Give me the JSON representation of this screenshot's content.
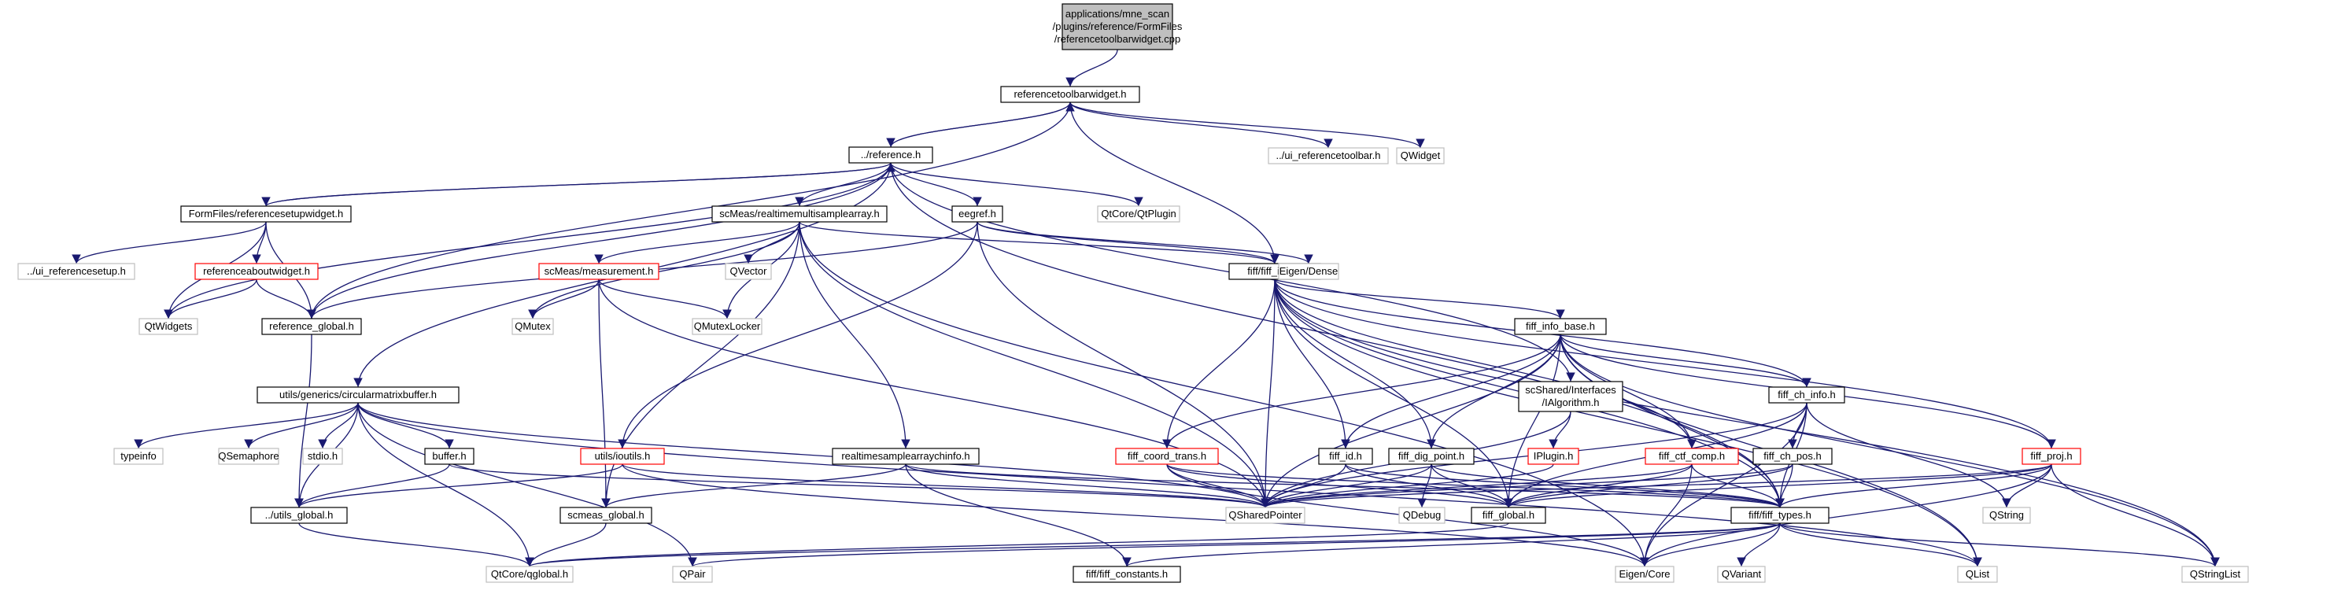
{
  "graph": {
    "nodes": [
      {
        "id": "root",
        "lines": [
          "applications/mne_scan",
          "/plugins/reference/FormFiles",
          "/referencetoolbarwidget.cpp"
        ],
        "style": "root"
      },
      {
        "id": "toolbar_h",
        "lines": [
          "referencetoolbarwidget.h"
        ],
        "style": "normal"
      },
      {
        "id": "ui_toolbar",
        "lines": [
          "../ui_referencetoolbar.h"
        ],
        "style": "missing"
      },
      {
        "id": "qwidget",
        "lines": [
          "QWidget"
        ],
        "style": "missing"
      },
      {
        "id": "reference_h",
        "lines": [
          "../reference.h"
        ],
        "style": "normal"
      },
      {
        "id": "setupwidget",
        "lines": [
          "FormFiles/referencesetupwidget.h"
        ],
        "style": "normal"
      },
      {
        "id": "rtmsa",
        "lines": [
          "scMeas/realtimemultisamplearray.h"
        ],
        "style": "normal"
      },
      {
        "id": "eegref",
        "lines": [
          "eegref.h"
        ],
        "style": "normal"
      },
      {
        "id": "qtplugin",
        "lines": [
          "QtCore/QtPlugin"
        ],
        "style": "missing"
      },
      {
        "id": "ui_setup",
        "lines": [
          "../ui_referencesetup.h"
        ],
        "style": "missing"
      },
      {
        "id": "aboutwidget",
        "lines": [
          "referenceaboutwidget.h"
        ],
        "style": "error"
      },
      {
        "id": "qtwidgets",
        "lines": [
          "QtWidgets"
        ],
        "style": "missing"
      },
      {
        "id": "ref_global",
        "lines": [
          "reference_global.h"
        ],
        "style": "normal"
      },
      {
        "id": "measurement",
        "lines": [
          "scMeas/measurement.h"
        ],
        "style": "error"
      },
      {
        "id": "qvector",
        "lines": [
          "QVector"
        ],
        "style": "missing"
      },
      {
        "id": "fiff_info",
        "lines": [
          "fiff/fiff_info.h"
        ],
        "style": "normal"
      },
      {
        "id": "eigen_dense",
        "lines": [
          "Eigen/Dense"
        ],
        "style": "missing"
      },
      {
        "id": "qmutex",
        "lines": [
          "QMutex"
        ],
        "style": "missing"
      },
      {
        "id": "qmutexlocker",
        "lines": [
          "QMutexLocker"
        ],
        "style": "missing"
      },
      {
        "id": "fiff_info_base",
        "lines": [
          "fiff_info_base.h"
        ],
        "style": "normal"
      },
      {
        "id": "circbuffer",
        "lines": [
          "utils/generics/circularmatrixbuffer.h"
        ],
        "style": "normal"
      },
      {
        "id": "ialgorithm",
        "lines": [
          "scShared/Interfaces",
          "/IAlgorithm.h"
        ],
        "style": "normal"
      },
      {
        "id": "fiff_ch_info",
        "lines": [
          "fiff_ch_info.h"
        ],
        "style": "normal"
      },
      {
        "id": "typeinfo",
        "lines": [
          "typeinfo"
        ],
        "style": "missing"
      },
      {
        "id": "qsemaphore",
        "lines": [
          "QSemaphore"
        ],
        "style": "missing"
      },
      {
        "id": "stdio",
        "lines": [
          "stdio.h"
        ],
        "style": "missing"
      },
      {
        "id": "buffer_h",
        "lines": [
          "buffer.h"
        ],
        "style": "normal"
      },
      {
        "id": "ioutils",
        "lines": [
          "utils/ioutils.h"
        ],
        "style": "error"
      },
      {
        "id": "rtsainfo",
        "lines": [
          "realtimesamplearraychinfo.h"
        ],
        "style": "normal"
      },
      {
        "id": "coord_trans",
        "lines": [
          "fiff_coord_trans.h"
        ],
        "style": "error"
      },
      {
        "id": "fiff_id",
        "lines": [
          "fiff_id.h"
        ],
        "style": "normal"
      },
      {
        "id": "dig_point",
        "lines": [
          "fiff_dig_point.h"
        ],
        "style": "normal"
      },
      {
        "id": "iplugin",
        "lines": [
          "IPlugin.h"
        ],
        "style": "error"
      },
      {
        "id": "ctf_comp",
        "lines": [
          "fiff_ctf_comp.h"
        ],
        "style": "error"
      },
      {
        "id": "ch_pos",
        "lines": [
          "fiff_ch_pos.h"
        ],
        "style": "normal"
      },
      {
        "id": "fiff_proj",
        "lines": [
          "fiff_proj.h"
        ],
        "style": "error"
      },
      {
        "id": "utils_global",
        "lines": [
          "../utils_global.h"
        ],
        "style": "normal"
      },
      {
        "id": "scmeas_global",
        "lines": [
          "scmeas_global.h"
        ],
        "style": "normal"
      },
      {
        "id": "qsharedpointer",
        "lines": [
          "QSharedPointer"
        ],
        "style": "missing"
      },
      {
        "id": "qdebug",
        "lines": [
          "QDebug"
        ],
        "style": "missing"
      },
      {
        "id": "fiff_global",
        "lines": [
          "fiff_global.h"
        ],
        "style": "normal"
      },
      {
        "id": "fiff_types",
        "lines": [
          "fiff/fiff_types.h"
        ],
        "style": "normal"
      },
      {
        "id": "qstring",
        "lines": [
          "QString"
        ],
        "style": "missing"
      },
      {
        "id": "qglobal",
        "lines": [
          "QtCore/qglobal.h"
        ],
        "style": "missing"
      },
      {
        "id": "qpair",
        "lines": [
          "QPair"
        ],
        "style": "missing"
      },
      {
        "id": "fiff_constants",
        "lines": [
          "fiff/fiff_constants.h"
        ],
        "style": "normal"
      },
      {
        "id": "eigen_core",
        "lines": [
          "Eigen/Core"
        ],
        "style": "missing"
      },
      {
        "id": "qvariant",
        "lines": [
          "QVariant"
        ],
        "style": "missing"
      },
      {
        "id": "qlist",
        "lines": [
          "QList"
        ],
        "style": "missing"
      },
      {
        "id": "qstringlist",
        "lines": [
          "QStringList"
        ],
        "style": "missing"
      }
    ],
    "edges": [
      [
        "root",
        "toolbar_h"
      ],
      [
        "toolbar_h",
        "ui_toolbar"
      ],
      [
        "toolbar_h",
        "qwidget"
      ],
      [
        "toolbar_h",
        "reference_h"
      ],
      [
        "toolbar_h",
        "fiff_info"
      ],
      [
        "toolbar_h",
        "ref_global"
      ],
      [
        "reference_h",
        "toolbar_h"
      ],
      [
        "reference_h",
        "setupwidget"
      ],
      [
        "reference_h",
        "rtmsa"
      ],
      [
        "reference_h",
        "eegref"
      ],
      [
        "reference_h",
        "qtplugin"
      ],
      [
        "reference_h",
        "ref_global"
      ],
      [
        "reference_h",
        "qtwidgets"
      ],
      [
        "reference_h",
        "circbuffer"
      ],
      [
        "reference_h",
        "ialgorithm"
      ],
      [
        "reference_h",
        "fiff_types"
      ],
      [
        "setupwidget",
        "reference_h"
      ],
      [
        "setupwidget",
        "ui_setup"
      ],
      [
        "setupwidget",
        "aboutwidget"
      ],
      [
        "setupwidget",
        "qtwidgets"
      ],
      [
        "setupwidget",
        "ref_global"
      ],
      [
        "aboutwidget",
        "qtwidgets"
      ],
      [
        "aboutwidget",
        "ref_global"
      ],
      [
        "ref_global",
        "utils_global"
      ],
      [
        "rtmsa",
        "measurement"
      ],
      [
        "rtmsa",
        "qvector"
      ],
      [
        "rtmsa",
        "qmutex"
      ],
      [
        "rtmsa",
        "qmutexlocker"
      ],
      [
        "rtmsa",
        "fiff_info"
      ],
      [
        "rtmsa",
        "scmeas_global"
      ],
      [
        "rtmsa",
        "rtsainfo"
      ],
      [
        "rtmsa",
        "qsharedpointer"
      ],
      [
        "rtmsa",
        "eigen_core"
      ],
      [
        "measurement",
        "qmutex"
      ],
      [
        "measurement",
        "qmutexlocker"
      ],
      [
        "measurement",
        "scmeas_global"
      ],
      [
        "measurement",
        "qsharedpointer"
      ],
      [
        "eegref",
        "fiff_info"
      ],
      [
        "eegref",
        "eigen_dense"
      ],
      [
        "eegref",
        "ref_global"
      ],
      [
        "eegref",
        "ioutils"
      ],
      [
        "eegref",
        "qsharedpointer"
      ],
      [
        "fiff_info",
        "fiff_info_base"
      ],
      [
        "fiff_info",
        "fiff_ch_info"
      ],
      [
        "fiff_info",
        "coord_trans"
      ],
      [
        "fiff_info",
        "fiff_id"
      ],
      [
        "fiff_info",
        "dig_point"
      ],
      [
        "fiff_info",
        "ctf_comp"
      ],
      [
        "fiff_info",
        "fiff_proj"
      ],
      [
        "fiff_info",
        "fiff_global"
      ],
      [
        "fiff_info",
        "fiff_types"
      ],
      [
        "fiff_info",
        "qsharedpointer"
      ],
      [
        "fiff_info",
        "qlist"
      ],
      [
        "fiff_info",
        "qstringlist"
      ],
      [
        "fiff_info_base",
        "fiff_ch_info"
      ],
      [
        "fiff_info_base",
        "coord_trans"
      ],
      [
        "fiff_info_base",
        "fiff_id"
      ],
      [
        "fiff_info_base",
        "dig_point"
      ],
      [
        "fiff_info_base",
        "ctf_comp"
      ],
      [
        "fiff_info_base",
        "fiff_proj"
      ],
      [
        "fiff_info_base",
        "fiff_global"
      ],
      [
        "fiff_info_base",
        "fiff_types"
      ],
      [
        "fiff_info_base",
        "qsharedpointer"
      ],
      [
        "fiff_info_base",
        "qlist"
      ],
      [
        "fiff_info_base",
        "qstringlist"
      ],
      [
        "fiff_ch_info",
        "ch_pos"
      ],
      [
        "fiff_ch_info",
        "fiff_global"
      ],
      [
        "fiff_ch_info",
        "fiff_types"
      ],
      [
        "fiff_ch_info",
        "qsharedpointer"
      ],
      [
        "fiff_ch_info",
        "qstring"
      ],
      [
        "fiff_ch_info",
        "eigen_core"
      ],
      [
        "circbuffer",
        "typeinfo"
      ],
      [
        "circbuffer",
        "qsemaphore"
      ],
      [
        "circbuffer",
        "stdio"
      ],
      [
        "circbuffer",
        "buffer_h"
      ],
      [
        "circbuffer",
        "utils_global"
      ],
      [
        "circbuffer",
        "qglobal"
      ],
      [
        "circbuffer",
        "qpair"
      ],
      [
        "circbuffer",
        "qsharedpointer"
      ],
      [
        "circbuffer",
        "qlist"
      ],
      [
        "buffer_h",
        "utils_global"
      ],
      [
        "buffer_h",
        "qsharedpointer"
      ],
      [
        "ioutils",
        "utils_global"
      ],
      [
        "ioutils",
        "eigen_core"
      ],
      [
        "ioutils",
        "qsharedpointer"
      ],
      [
        "rtsainfo",
        "fiff_types"
      ],
      [
        "rtsainfo",
        "fiff_constants"
      ],
      [
        "rtsainfo",
        "scmeas_global"
      ],
      [
        "rtsainfo",
        "qsharedpointer"
      ],
      [
        "ialgorithm",
        "iplugin"
      ],
      [
        "ialgorithm",
        "qsharedpointer"
      ],
      [
        "iplugin",
        "qsharedpointer"
      ],
      [
        "coord_trans",
        "fiff_types"
      ],
      [
        "coord_trans",
        "eigen_core"
      ],
      [
        "coord_trans",
        "qsharedpointer"
      ],
      [
        "coord_trans",
        "fiff_global"
      ],
      [
        "fiff_id",
        "fiff_global"
      ],
      [
        "fiff_id",
        "fiff_types"
      ],
      [
        "fiff_id",
        "qsharedpointer"
      ],
      [
        "dig_point",
        "fiff_global"
      ],
      [
        "dig_point",
        "fiff_types"
      ],
      [
        "dig_point",
        "qdebug"
      ],
      [
        "dig_point",
        "qsharedpointer"
      ],
      [
        "ctf_comp",
        "fiff_global"
      ],
      [
        "ctf_comp",
        "fiff_types"
      ],
      [
        "ctf_comp",
        "eigen_core"
      ],
      [
        "ctf_comp",
        "qsharedpointer"
      ],
      [
        "ch_pos",
        "fiff_global"
      ],
      [
        "ch_pos",
        "fiff_types"
      ],
      [
        "ch_pos",
        "qsharedpointer"
      ],
      [
        "fiff_proj",
        "fiff_global"
      ],
      [
        "fiff_proj",
        "fiff_types"
      ],
      [
        "fiff_proj",
        "qstring"
      ],
      [
        "fiff_proj",
        "qstringlist"
      ],
      [
        "fiff_proj",
        "eigen_core"
      ],
      [
        "fiff_proj",
        "qsharedpointer"
      ],
      [
        "utils_global",
        "qglobal"
      ],
      [
        "scmeas_global",
        "qglobal"
      ],
      [
        "fiff_global",
        "qglobal"
      ],
      [
        "fiff_types",
        "fiff_constants"
      ],
      [
        "fiff_types",
        "qglobal"
      ],
      [
        "fiff_types",
        "eigen_core"
      ],
      [
        "fiff_types",
        "qvariant"
      ],
      [
        "fiff_types",
        "qlist"
      ],
      [
        "fiff_types",
        "qstringlist"
      ],
      [
        "fiff_types",
        "qpair"
      ]
    ],
    "colors": {
      "edge": "#191970",
      "normal_border": "#000000",
      "missing_border": "#bfbfbf",
      "error_border": "#ff0000",
      "root_fill": "#bfbfbf"
    }
  }
}
